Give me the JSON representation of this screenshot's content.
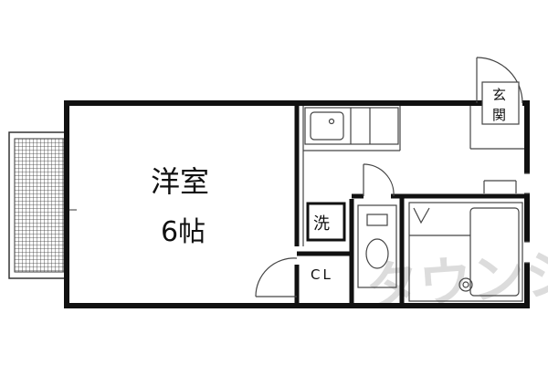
{
  "rooms": {
    "western_room": "洋室",
    "size": "6帖",
    "washer": "洗",
    "closet": "CL",
    "entrance_top": "玄",
    "entrance_bottom": "関"
  },
  "watermark": {
    "text": "タウンショップ",
    "color": "#d9d9d9"
  },
  "colors": {
    "wall": "#111111",
    "line": "#555555"
  }
}
